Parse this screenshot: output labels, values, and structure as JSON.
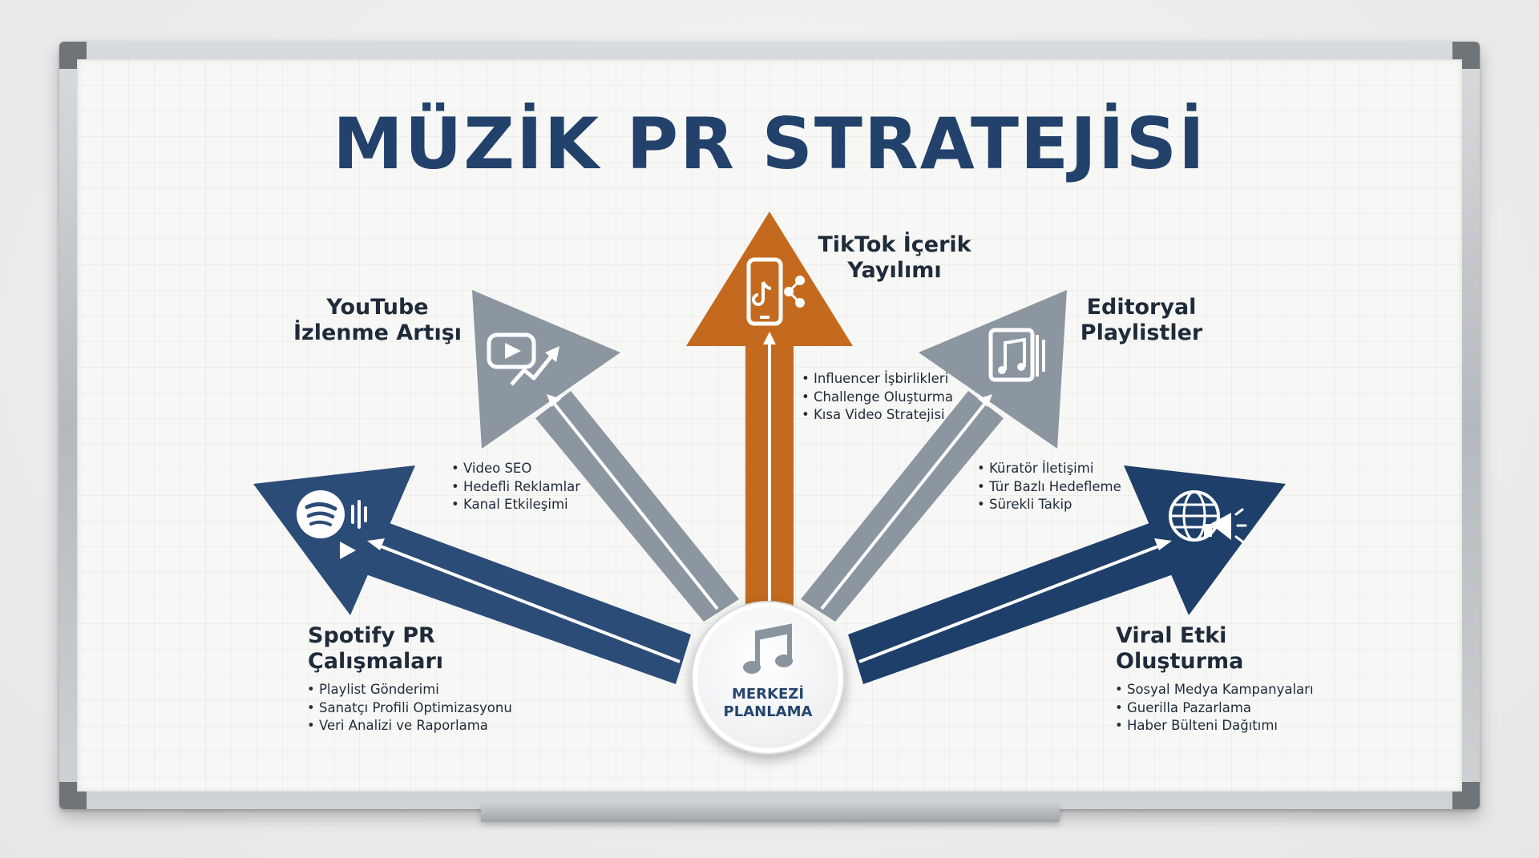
{
  "title": "MÜZİK PR STRATEJİSİ",
  "colors": {
    "navy": "#2c4c78",
    "gray": "#8c96a0",
    "orange": "#c46a1f",
    "title": "#22426c",
    "text": "#1f2b3a"
  },
  "center": {
    "icon": "music-note-icon",
    "line1": "MERKEZİ",
    "line2": "PLANLAMA"
  },
  "branches": [
    {
      "id": "spotify",
      "title_line1": "Spotify PR",
      "title_line2": "Çalışmaları",
      "icon": "spotify-icon",
      "color": "navy",
      "items": [
        "Playlist Gönderimi",
        "Sanatçı Profili Optimizasyonu",
        "Veri Analizi ve Raporlama"
      ]
    },
    {
      "id": "youtube",
      "title_line1": "YouTube",
      "title_line2": "İzlenme Artışı",
      "icon": "video-growth-icon",
      "color": "gray",
      "items": [
        "Video SEO",
        "Hedefli Reklamlar",
        "Kanal Etkileşimi"
      ]
    },
    {
      "id": "tiktok",
      "title_line1": "TikTok İçerik",
      "title_line2": "Yayılımı",
      "icon": "phone-share-icon",
      "color": "orange",
      "items": [
        "Influencer İşbirlikleri",
        "Challenge Oluşturma",
        "Kısa Video Stratejisi"
      ]
    },
    {
      "id": "editorial",
      "title_line1": "Editoryal",
      "title_line2": "Playlistler",
      "icon": "playlist-icon",
      "color": "gray",
      "items": [
        "Küratör İletişimi",
        "Tür Bazlı Hedefleme",
        "Sürekli Takip"
      ]
    },
    {
      "id": "viral",
      "title_line1": "Viral Etki",
      "title_line2": "Oluşturma",
      "icon": "globe-megaphone-icon",
      "color": "navy",
      "items": [
        "Sosyal Medya Kampanyaları",
        "Guerilla Pazarlama",
        "Haber Bülteni Dağıtımı"
      ]
    }
  ]
}
